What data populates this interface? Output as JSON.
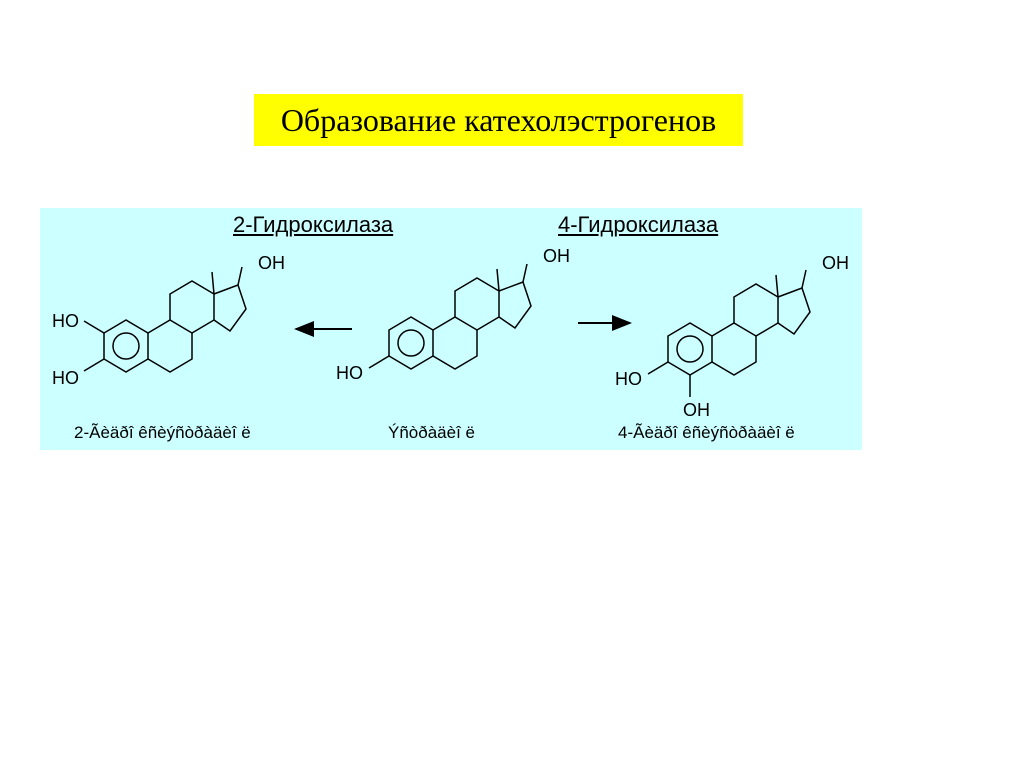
{
  "title": "Образование катехолэстрогенов",
  "enzymes": {
    "left": "2-Гидроксилаза",
    "right": "4-Гидроксилаза"
  },
  "groups": {
    "oh": "OH",
    "ho": "HO"
  },
  "captions": {
    "left": "2-Ãèäðî êñèýñòðàäèî ë",
    "center": "Ýñòðàäèî ë",
    "right": "4-Ãèäðî êñèýñòðàäèî ë"
  },
  "colors": {
    "title_bg": "#ffff00",
    "panel_bg": "#ccffff"
  }
}
